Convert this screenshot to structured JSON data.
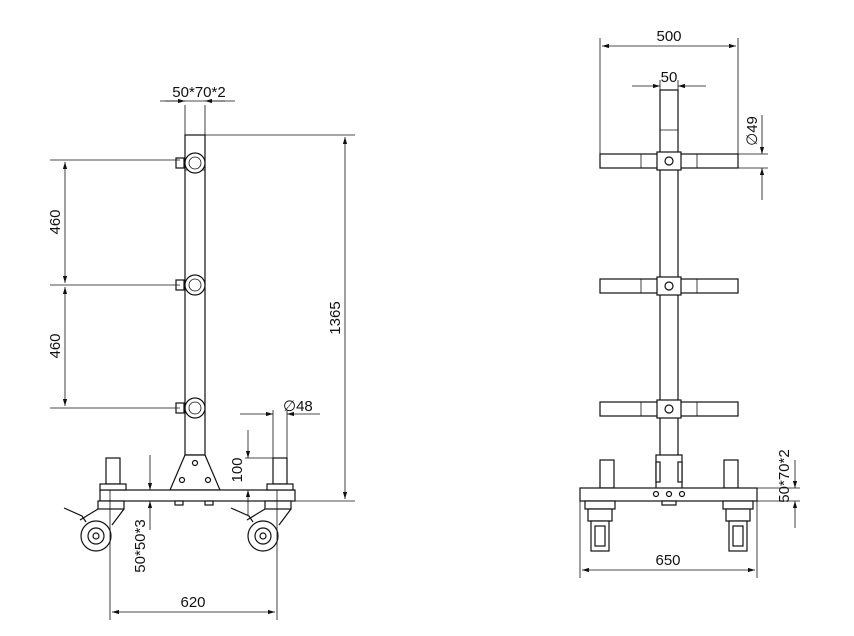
{
  "side_view": {
    "dims": {
      "tube_section": "50*70*2",
      "spacing_upper": "460",
      "spacing_lower": "460",
      "overall_height": "1365",
      "pin_diameter": "∅48",
      "pin_height": "100",
      "base_tube": "50*50*3",
      "wheel_track": "620"
    }
  },
  "front_view": {
    "dims": {
      "arm_span": "500",
      "center_width": "50",
      "arm_diameter": "∅49",
      "base_section": "50*70*2",
      "base_width": "650"
    }
  }
}
